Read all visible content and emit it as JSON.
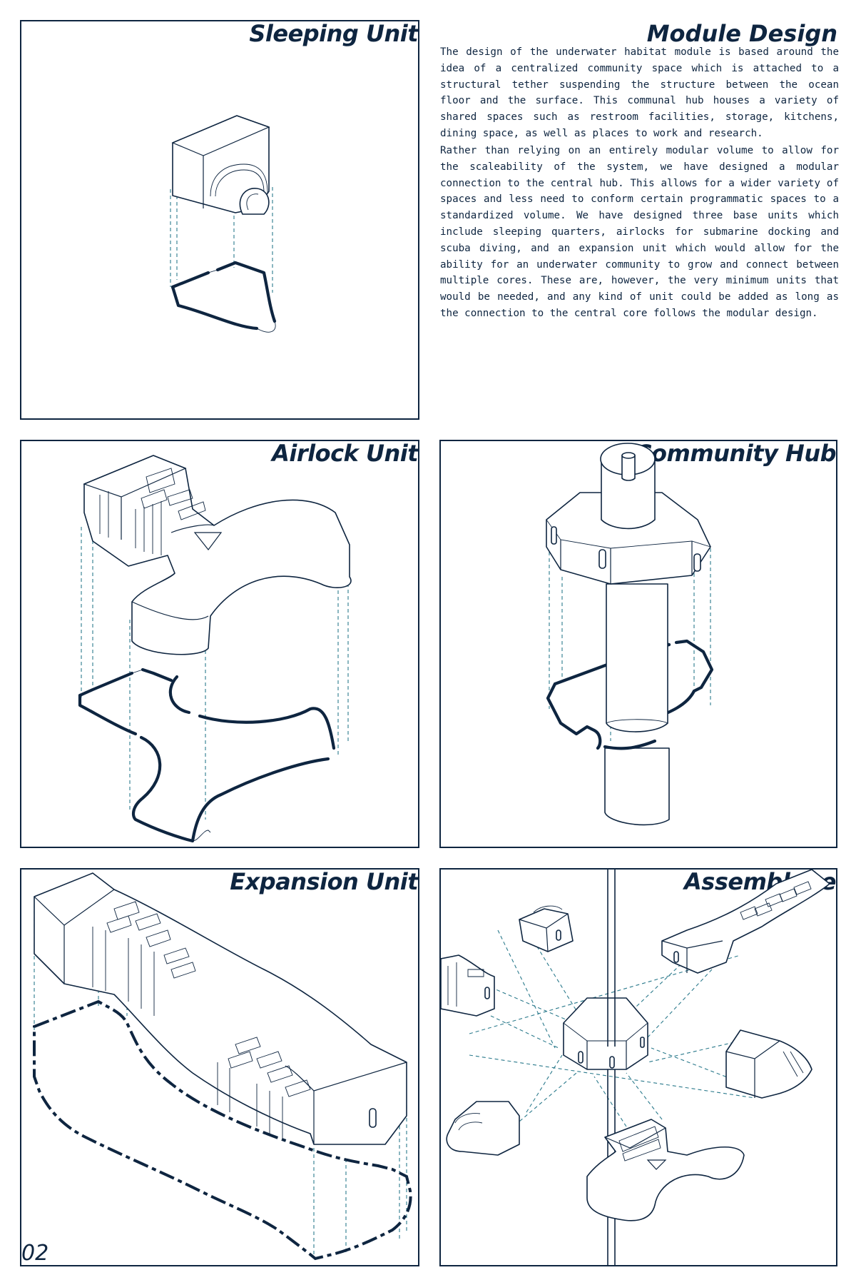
{
  "page": {
    "title": "Module Design",
    "page_number": "02",
    "paragraphs": [
      "The design of the underwater habitat module is based around the idea of a centralized community space which is attached to a structural tether suspending the structure between the ocean floor and the surface. This communal hub houses a variety of shared spaces such as restroom facilities, storage, kitchens, dining space, as well as places to work and research.",
      "Rather than relying on an entirely modular volume to allow for the scaleability of the system, we have designed a modular connection to the central hub. This allows for a wider variety of spaces and less need to conform certain programmatic spaces to a standardized volume. We have designed three base units which include sleeping quarters, airlocks for submarine docking and scuba diving, and an expansion unit which would allow for the ability for an underwater community to grow and connect between multiple cores. These are, however, the very minimum units that would be needed, and any kind of unit could be added as long as the connection to the central core follows the modular design."
    ]
  },
  "panels": {
    "sleeping": {
      "title": "Sleeping Unit"
    },
    "airlock": {
      "title": "Airlock Unit"
    },
    "hub": {
      "title": "Community Hub"
    },
    "expansion": {
      "title": "Expansion Unit"
    },
    "assemblage": {
      "title": "Assemblage"
    }
  },
  "colors": {
    "ink": "#0e2540",
    "projection_dash": "#2b7a8c",
    "background": "#ffffff"
  }
}
